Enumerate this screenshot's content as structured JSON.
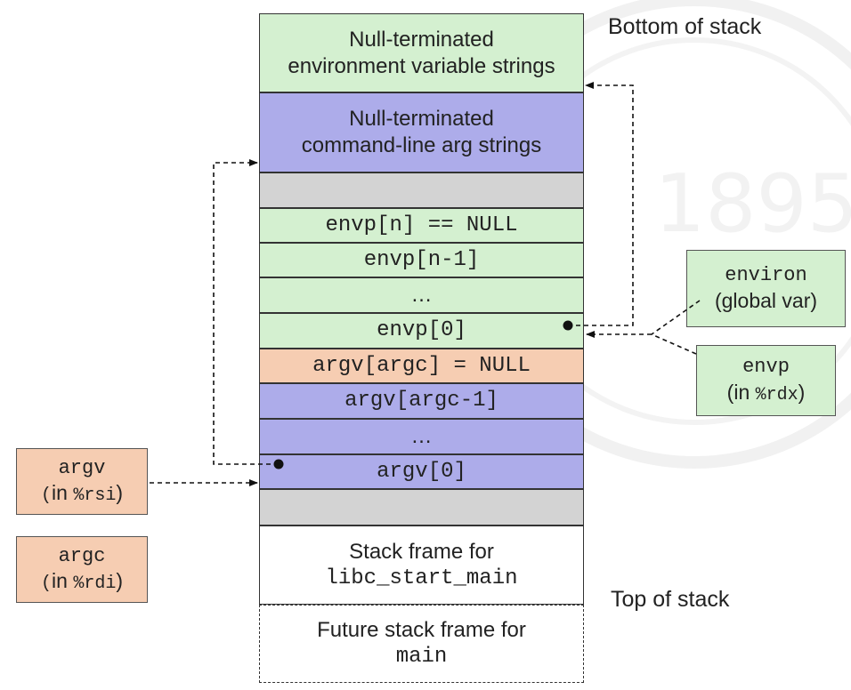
{
  "labels": {
    "bottom_of_stack": "Bottom of stack",
    "top_of_stack": "Top of stack"
  },
  "stack": {
    "env_strings": [
      "Null-terminated",
      "environment variable strings"
    ],
    "arg_strings": [
      "Null-terminated",
      "command-line arg strings"
    ],
    "envp_n": "envp[n] == NULL",
    "envp_n_minus_1": "envp[n-1]",
    "envp_ellipsis": "…",
    "envp_0": "envp[0]",
    "argv_argc": "argv[argc] = NULL",
    "argv_argc_minus_1": "argv[argc-1]",
    "argv_ellipsis": "…",
    "argv_0": "argv[0]",
    "libc_frame_text": "Stack frame for",
    "libc_frame_func": "libc_start_main",
    "future_frame_text": "Future stack frame for",
    "future_frame_func": "main"
  },
  "boxes": {
    "environ": {
      "name": "environ",
      "desc": "(global var)"
    },
    "envp": {
      "name": "envp",
      "paren_open": "(",
      "in": "in ",
      "reg": "%rdx",
      "paren_close": ")"
    },
    "argv": {
      "name": "argv",
      "paren_open": "(",
      "in": "in ",
      "reg": "%rsi",
      "paren_close": ")"
    },
    "argc": {
      "name": "argc",
      "paren_open": "(",
      "in": "in ",
      "reg": "%rdi",
      "paren_close": ")"
    }
  },
  "colors": {
    "green": "#d4f0d0",
    "purple": "#adacea",
    "orange": "#f6cdb2",
    "gray": "#d3d3d3"
  }
}
